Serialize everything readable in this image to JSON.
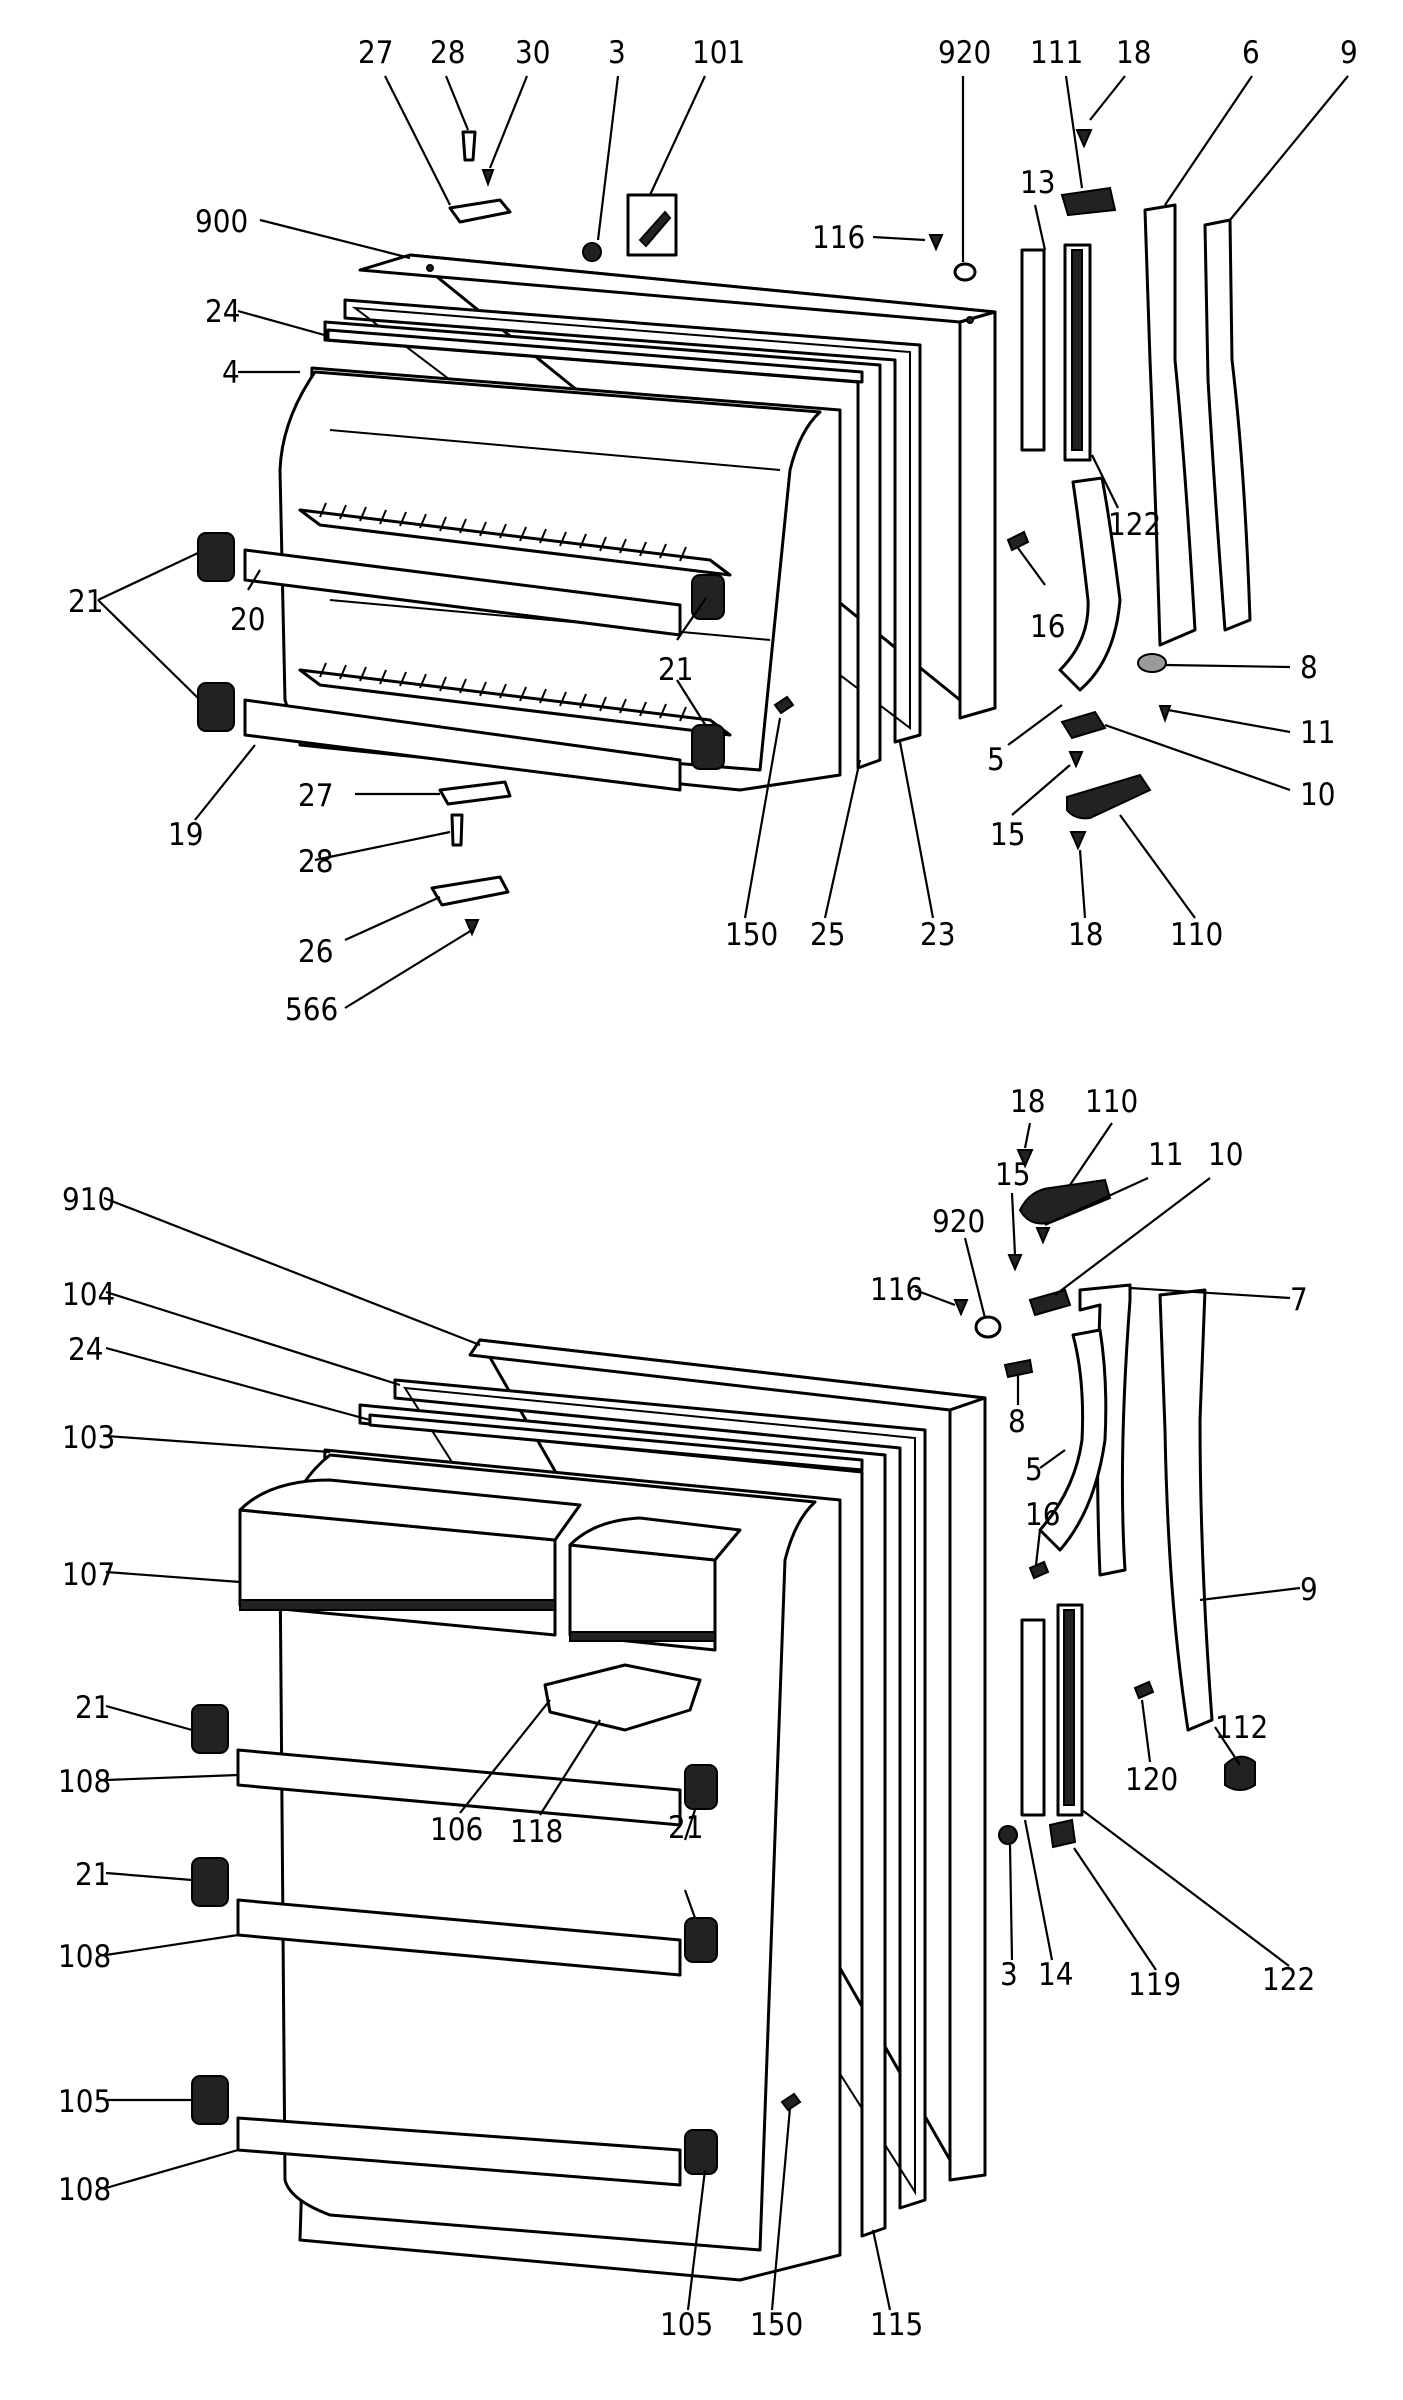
{
  "upper_assembly": {
    "callouts": [
      {
        "id": "u27a",
        "text": "27"
      },
      {
        "id": "u28a",
        "text": "28"
      },
      {
        "id": "u30",
        "text": "30"
      },
      {
        "id": "u3",
        "text": "3"
      },
      {
        "id": "u101",
        "text": "101"
      },
      {
        "id": "u920",
        "text": "920"
      },
      {
        "id": "u111",
        "text": "111"
      },
      {
        "id": "u18a",
        "text": "18"
      },
      {
        "id": "u6",
        "text": "6"
      },
      {
        "id": "u9",
        "text": "9"
      },
      {
        "id": "u900",
        "text": "900"
      },
      {
        "id": "u116",
        "text": "116"
      },
      {
        "id": "u13",
        "text": "13"
      },
      {
        "id": "u24",
        "text": "24"
      },
      {
        "id": "u4",
        "text": "4"
      },
      {
        "id": "u122",
        "text": "122"
      },
      {
        "id": "u21a",
        "text": "21"
      },
      {
        "id": "u20",
        "text": "20"
      },
      {
        "id": "u16",
        "text": "16"
      },
      {
        "id": "u21b",
        "text": "21"
      },
      {
        "id": "u8",
        "text": "8"
      },
      {
        "id": "u11",
        "text": "11"
      },
      {
        "id": "u5",
        "text": "5"
      },
      {
        "id": "u10",
        "text": "10"
      },
      {
        "id": "u19",
        "text": "19"
      },
      {
        "id": "u27b",
        "text": "27"
      },
      {
        "id": "u15",
        "text": "15"
      },
      {
        "id": "u28b",
        "text": "28"
      },
      {
        "id": "u26",
        "text": "26"
      },
      {
        "id": "u150",
        "text": "150"
      },
      {
        "id": "u25",
        "text": "25"
      },
      {
        "id": "u23",
        "text": "23"
      },
      {
        "id": "u18b",
        "text": "18"
      },
      {
        "id": "u110",
        "text": "110"
      },
      {
        "id": "u566",
        "text": "566"
      }
    ]
  },
  "lower_assembly": {
    "callouts": [
      {
        "id": "l18",
        "text": "18"
      },
      {
        "id": "l110",
        "text": "110"
      },
      {
        "id": "l11",
        "text": "11"
      },
      {
        "id": "l10",
        "text": "10"
      },
      {
        "id": "l910",
        "text": "910"
      },
      {
        "id": "l15",
        "text": "15"
      },
      {
        "id": "l920",
        "text": "920"
      },
      {
        "id": "l104",
        "text": "104"
      },
      {
        "id": "l116",
        "text": "116"
      },
      {
        "id": "l7",
        "text": "7"
      },
      {
        "id": "l24",
        "text": "24"
      },
      {
        "id": "l8",
        "text": "8"
      },
      {
        "id": "l103",
        "text": "103"
      },
      {
        "id": "l5",
        "text": "5"
      },
      {
        "id": "l16",
        "text": "16"
      },
      {
        "id": "l107",
        "text": "107"
      },
      {
        "id": "l9",
        "text": "9"
      },
      {
        "id": "l21a",
        "text": "21"
      },
      {
        "id": "l112",
        "text": "112"
      },
      {
        "id": "l108a",
        "text": "108"
      },
      {
        "id": "l120",
        "text": "120"
      },
      {
        "id": "l106",
        "text": "106"
      },
      {
        "id": "l118",
        "text": "118"
      },
      {
        "id": "l21b",
        "text": "21"
      },
      {
        "id": "l21c",
        "text": "21"
      },
      {
        "id": "l3",
        "text": "3"
      },
      {
        "id": "l14",
        "text": "14"
      },
      {
        "id": "l119",
        "text": "119"
      },
      {
        "id": "l122",
        "text": "122"
      },
      {
        "id": "l108b",
        "text": "108"
      },
      {
        "id": "l105a",
        "text": "105"
      },
      {
        "id": "l108c",
        "text": "108"
      },
      {
        "id": "l105b",
        "text": "105"
      },
      {
        "id": "l150",
        "text": "150"
      },
      {
        "id": "l115",
        "text": "115"
      }
    ]
  }
}
